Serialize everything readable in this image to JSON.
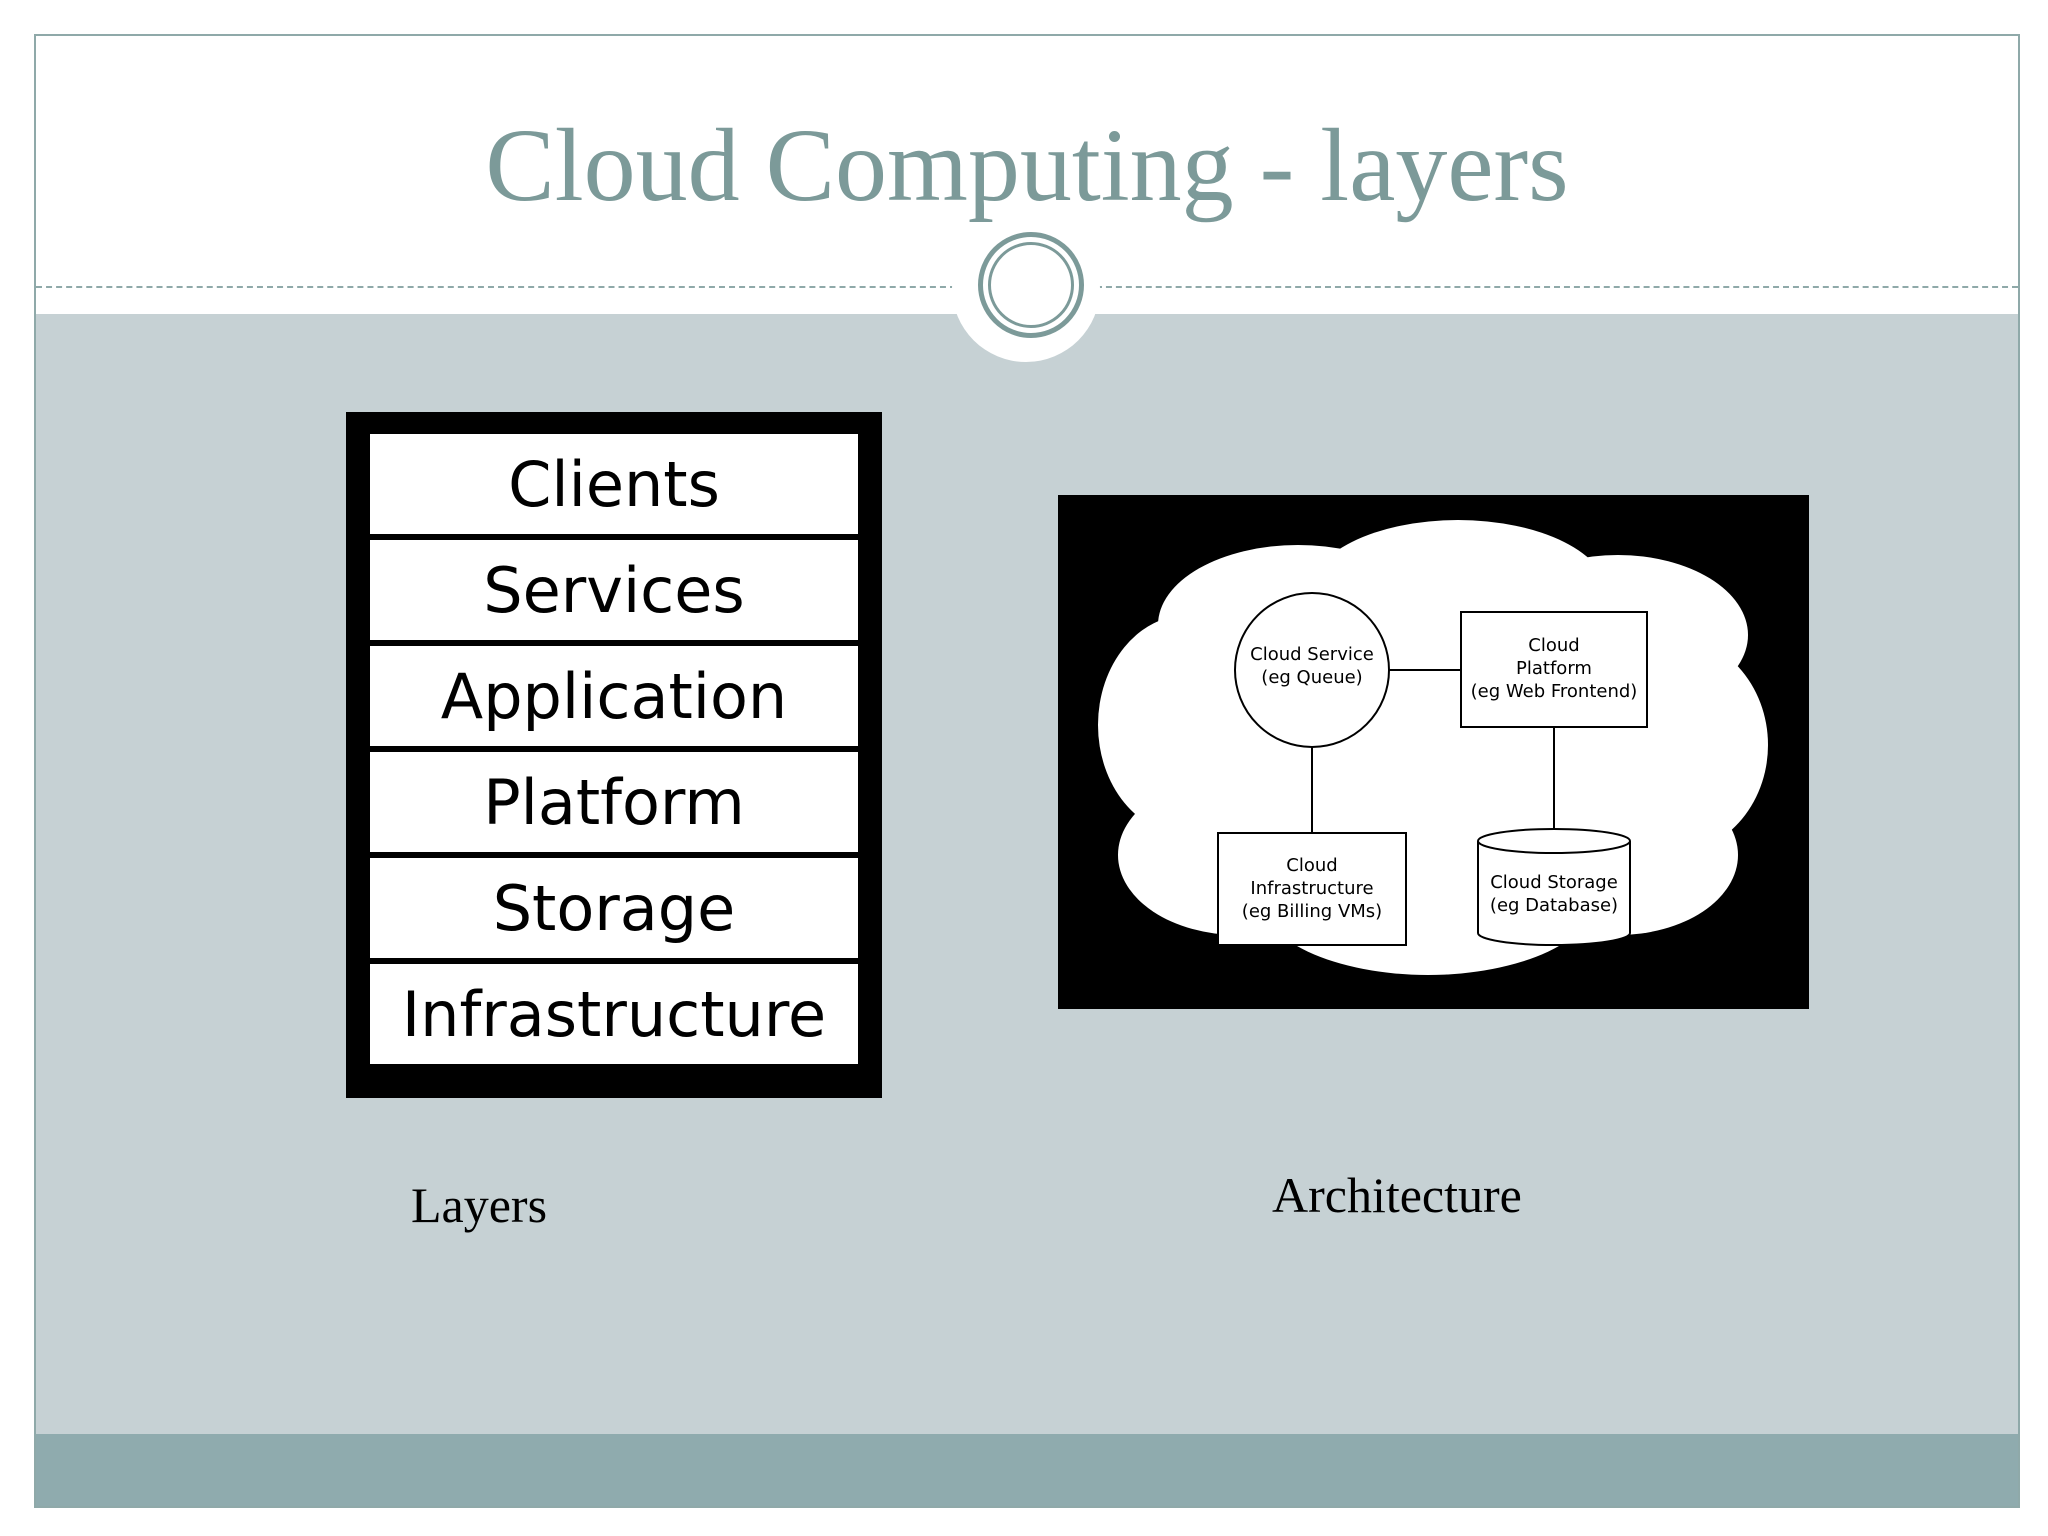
{
  "slide": {
    "title": "Cloud Computing - layers"
  },
  "layers": {
    "items": [
      "Clients",
      "Services",
      "Application",
      "Platform",
      "Storage",
      "Infrastructure"
    ],
    "caption": "Layers"
  },
  "architecture": {
    "service": [
      "Cloud Service",
      "(eg Queue)"
    ],
    "platform": [
      "Cloud",
      "Platform",
      "(eg Web Frontend)"
    ],
    "infrastructure": [
      "Cloud",
      "Infrastructure",
      "(eg Billing VMs)"
    ],
    "storage": [
      "Cloud Storage",
      "(eg Database)"
    ],
    "caption": "Architecture"
  },
  "colors": {
    "accent": "#7c9a99",
    "content_bg": "#c6d1d4",
    "footer_bar": "#8fabae"
  }
}
